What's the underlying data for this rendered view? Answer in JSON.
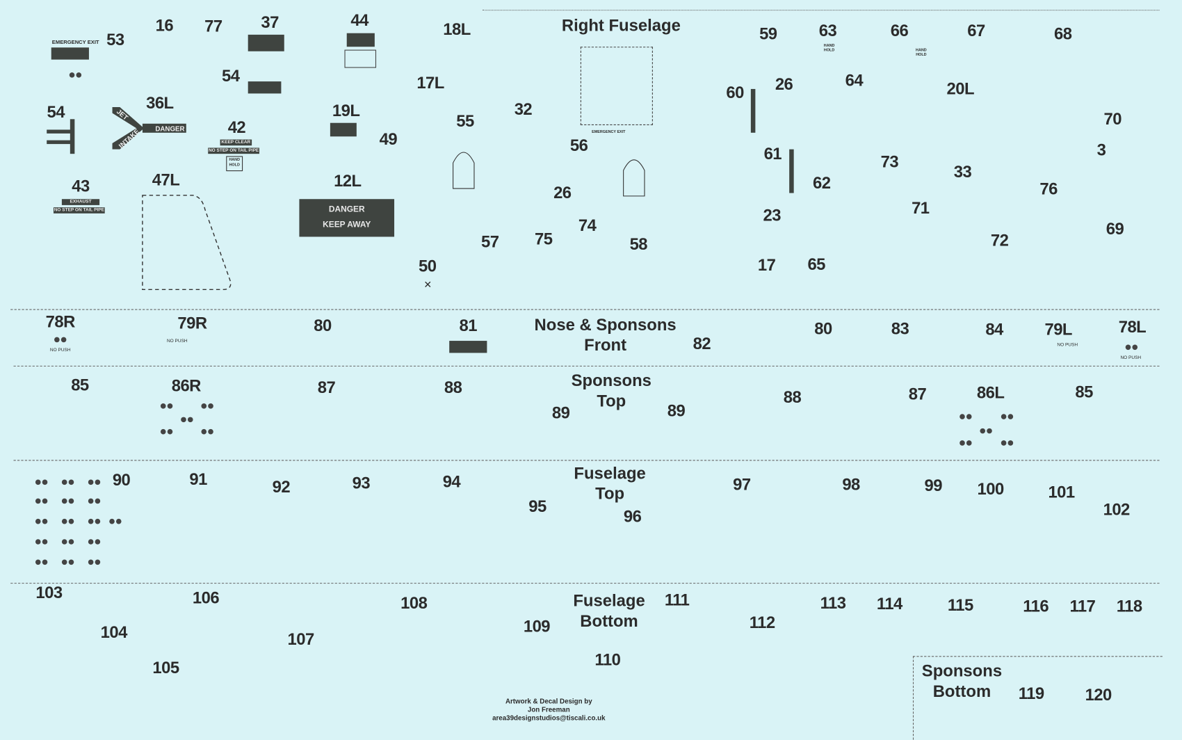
{
  "sections": {
    "right_fuselage": "Right Fuselage",
    "nose_sponsons_front": [
      "Nose & Sponsons",
      "Front"
    ],
    "sponsons_top": [
      "Sponsons",
      "Top"
    ],
    "fuselage_top": [
      "Fuselage",
      "Top"
    ],
    "fuselage_bottom": [
      "Fuselage",
      "Bottom"
    ],
    "sponsons_bottom": [
      "Sponsons",
      "Bottom"
    ]
  },
  "decal_numbers": [
    "53",
    "16",
    "77",
    "37",
    "44",
    "18L",
    "54",
    "36L",
    "54",
    "42",
    "19L",
    "49",
    "17L",
    "55",
    "32",
    "43",
    "47L",
    "12L",
    "56",
    "26",
    "74",
    "75",
    "57",
    "58",
    "50",
    "59",
    "63",
    "66",
    "67",
    "68",
    "60",
    "26",
    "64",
    "20L",
    "70",
    "3",
    "61",
    "73",
    "33",
    "62",
    "76",
    "71",
    "23",
    "69",
    "72",
    "17",
    "65",
    "78R",
    "79R",
    "80",
    "81",
    "82",
    "80",
    "83",
    "84",
    "79L",
    "78L",
    "85",
    "86R",
    "87",
    "88",
    "89",
    "89",
    "88",
    "87",
    "86L",
    "85",
    "90",
    "91",
    "92",
    "93",
    "94",
    "95",
    "96",
    "97",
    "98",
    "99",
    "100",
    "101",
    "102",
    "103",
    "106",
    "104",
    "105",
    "107",
    "108",
    "109",
    "111",
    "110",
    "112",
    "113",
    "114",
    "115",
    "116",
    "117",
    "118",
    "119",
    "120"
  ],
  "placards": {
    "emergency_exit": "EMERGENCY EXIT",
    "emergency_exit_2": "EMERGENCY EXIT",
    "jet": "JET",
    "intake": "INTAKE",
    "danger": "DANGER",
    "keep_clear": "KEEP CLEAR",
    "no_step_tail_pipe": "NO STEP ON TAIL PIPE",
    "hand_hold": "HAND HOLD",
    "exhaust": "EXHAUST",
    "no_step_tail_pipe_2": "NO STEP ON TAIL PIPE",
    "danger_big": "DANGER",
    "keep_away": "KEEP AWAY",
    "hand_hold_63": "HAND HOLD",
    "hand_hold_66": "HAND HOLD",
    "no_push": "NO PUSH"
  },
  "credit": [
    "Artwork & Decal Design by",
    "Jon Freeman",
    "area39designstudios@tiscali.co.uk"
  ]
}
